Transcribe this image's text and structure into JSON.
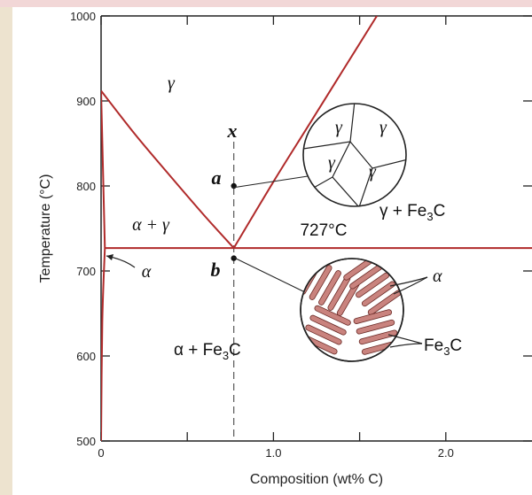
{
  "chart_data": {
    "type": "line",
    "xlabel": "Composition (wt% C)",
    "ylabel": "Temperature (°C)",
    "xlim": [
      0,
      2.5
    ],
    "ylim": [
      500,
      1000
    ],
    "x_ticks": [
      {
        "v": 0,
        "label": "0"
      },
      {
        "v": 0.5,
        "label": ""
      },
      {
        "v": 1.0,
        "label": "1.0"
      },
      {
        "v": 1.5,
        "label": ""
      },
      {
        "v": 2.0,
        "label": "2.0"
      }
    ],
    "y_ticks": [
      {
        "v": 500,
        "label": "500"
      },
      {
        "v": 600,
        "label": "600"
      },
      {
        "v": 700,
        "label": "700"
      },
      {
        "v": 800,
        "label": "800"
      },
      {
        "v": 900,
        "label": "900"
      },
      {
        "v": 1000,
        "label": "1000"
      }
    ],
    "line_color": "#b02a2a",
    "series": [
      {
        "values": [
          [
            0,
            912
          ],
          [
            0.2,
            860
          ],
          [
            0.4,
            812
          ],
          [
            0.6,
            765
          ],
          [
            0.77,
            727
          ]
        ]
      },
      {
        "values": [
          [
            0.77,
            727
          ],
          [
            1.0,
            805
          ],
          [
            1.2,
            870
          ],
          [
            1.4,
            935
          ],
          [
            1.6,
            1000
          ]
        ]
      },
      {
        "values": [
          [
            0.022,
            727
          ],
          [
            2.5,
            727
          ]
        ]
      },
      {
        "values": [
          [
            0,
            912
          ],
          [
            0.022,
            727
          ]
        ]
      },
      {
        "values": [
          [
            0.022,
            727
          ],
          [
            0.007,
            640
          ],
          [
            0,
            500
          ]
        ]
      }
    ],
    "composition_line": {
      "x": 0.77,
      "label": "x"
    },
    "points": [
      {
        "id": "a",
        "label": "a",
        "x": 0.77,
        "y": 800
      },
      {
        "id": "b",
        "label": "b",
        "x": 0.77,
        "y": 715
      }
    ],
    "annotations": {
      "gamma": "γ",
      "alpha_gamma": "α + γ",
      "eutectoid": "727°C",
      "gamma_fe3c": "γ + Fe",
      "alpha_fe3c": "α + Fe",
      "fe3c_sub": "3",
      "fe3c_suffix": "C",
      "alpha": "α",
      "micro_alpha": "α",
      "micro_fe": "Fe",
      "micro_c": "C"
    }
  }
}
